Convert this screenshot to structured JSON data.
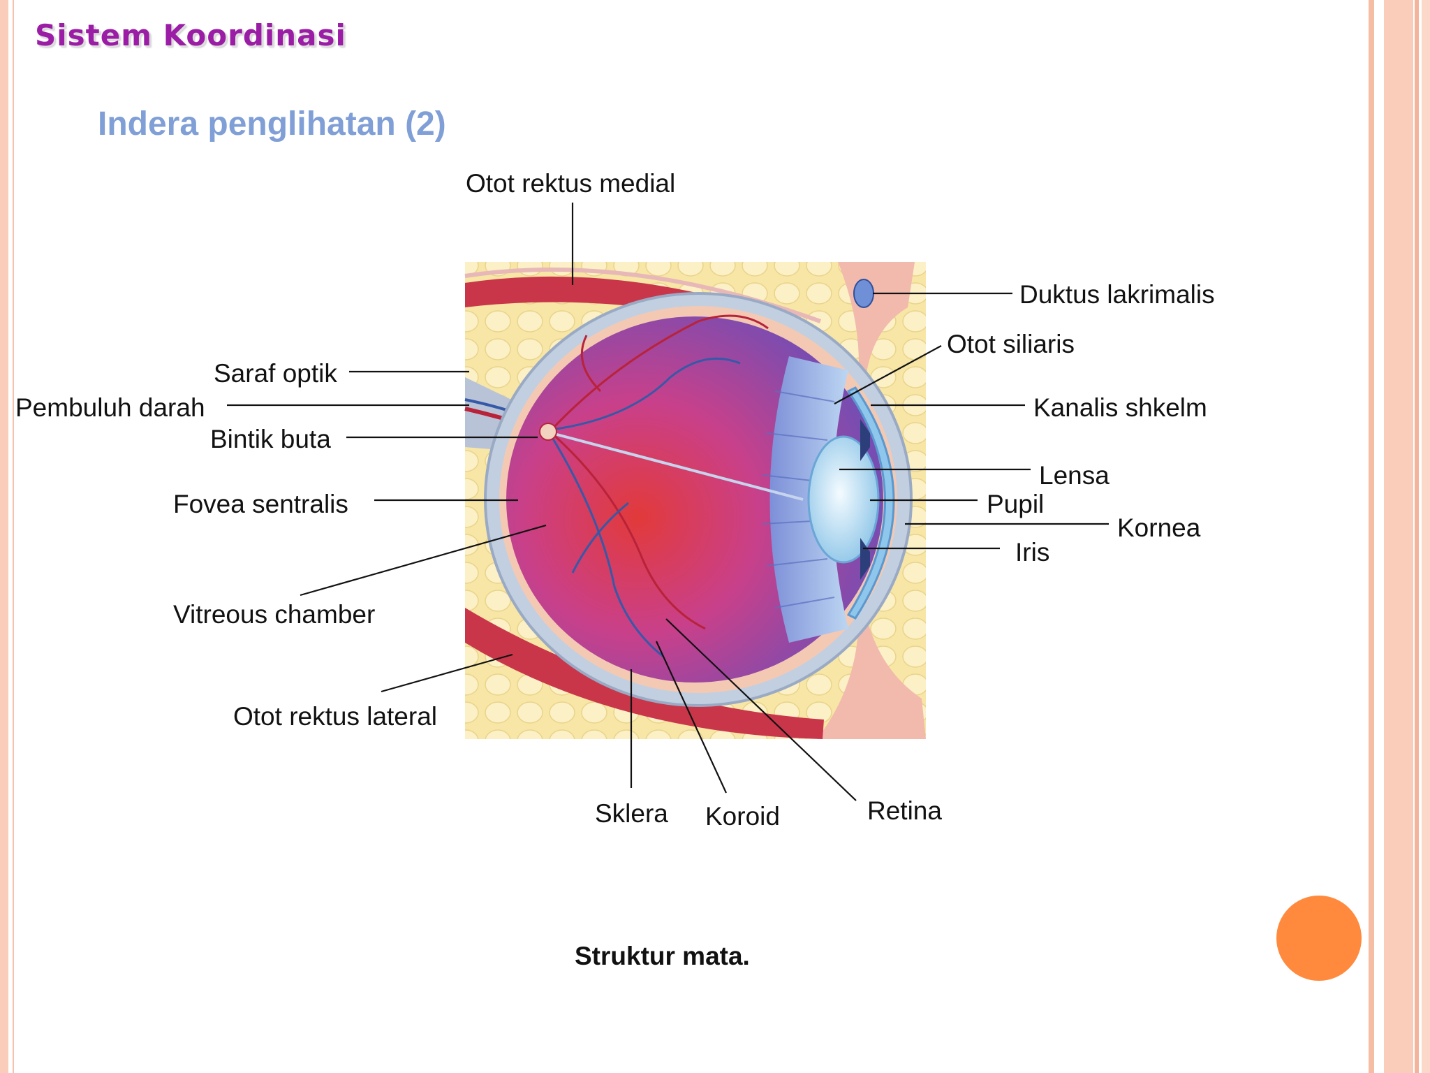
{
  "header": {
    "title": "Sistem Koordinasi"
  },
  "slide": {
    "subtitle": "Indera penglihatan (2)",
    "caption": "Struktur mata."
  },
  "labels": {
    "otot_rektus_medial": "Otot rektus medial",
    "duktus_lakrimalis": "Duktus lakrimalis",
    "otot_siliaris": "Otot siliaris",
    "saraf_optik": "Saraf optik",
    "pembuluh_darah": "Pembuluh darah",
    "kanalis_shkelm": "Kanalis shkelm",
    "bintik_buta": "Bintik buta",
    "lensa": "Lensa",
    "fovea_sentralis": "Fovea sentralis",
    "pupil": "Pupil",
    "kornea": "Kornea",
    "iris": "Iris",
    "vitreous_chamber": "Vitreous chamber",
    "otot_rektus_lateral": "Otot rektus lateral",
    "sklera": "Sklera",
    "koroid": "Koroid",
    "retina": "Retina"
  },
  "colors": {
    "header_title": "#9b1da6",
    "subtitle": "#7f9fd6",
    "right_bars": "#f4b9a2",
    "left_bar": "#f9c8b4",
    "orb": "#ff8a3d"
  }
}
